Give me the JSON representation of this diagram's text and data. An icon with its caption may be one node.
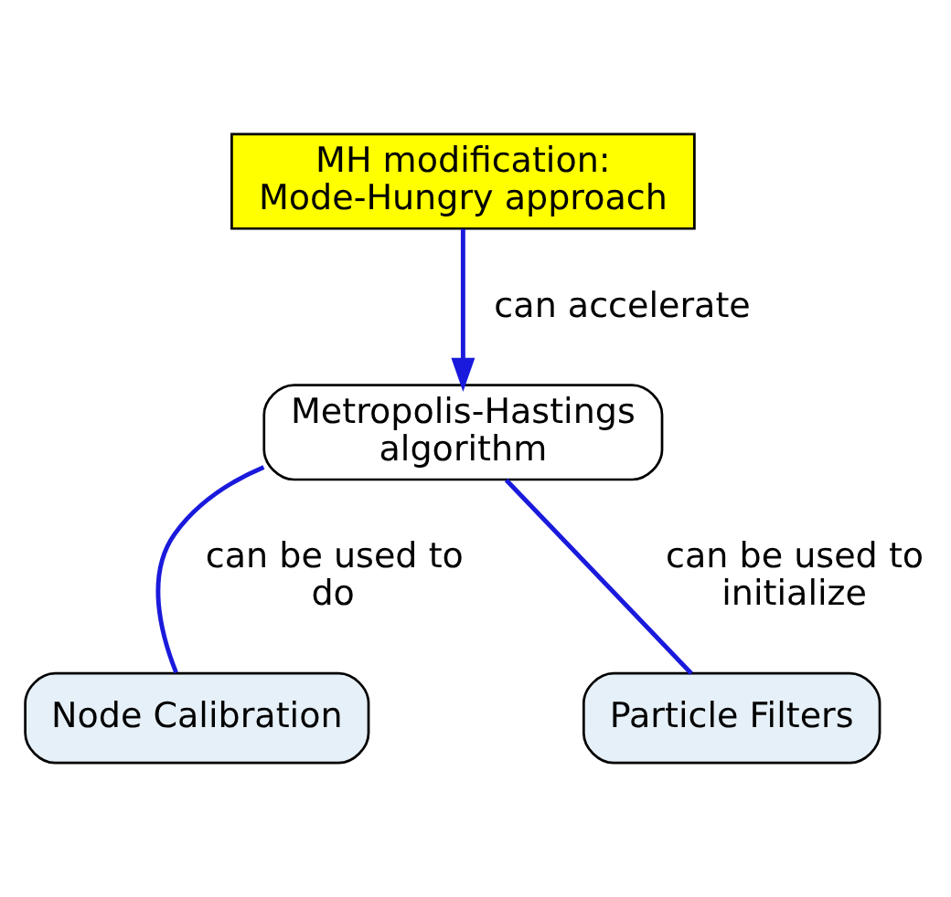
{
  "diagram": {
    "nodes": [
      {
        "text": [
          "MH modification: Mode-Hungry approach"
        ]
      },
      {
        "text": [
          "Metropolis-Hastings algorithm"
        ]
      },
      {
        "text": [
          "Node Calibration"
        ]
      },
      {
        "text": [
          "Particle Filters"
        ]
      }
    ],
    "edges": [
      {
        "from": 0,
        "to": 1,
        "arrow": "to",
        "label": "can accelerate"
      },
      {
        "from": 1,
        "to": 2,
        "arrow": "none",
        "label": "can be used to do"
      },
      {
        "from": 1,
        "to": 3,
        "arrow": "none",
        "label": "can be used to initialize"
      }
    ]
  }
}
